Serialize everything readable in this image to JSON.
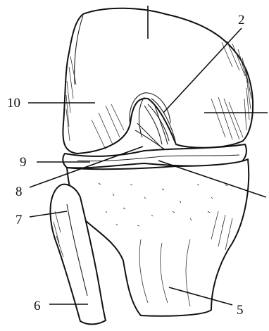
{
  "figure": {
    "labels": [
      {
        "id": "label-1",
        "text": ""
      },
      {
        "id": "label-2",
        "text": "2"
      },
      {
        "id": "label-3",
        "text": ""
      },
      {
        "id": "label-4",
        "text": ""
      },
      {
        "id": "label-5",
        "text": "5"
      },
      {
        "id": "label-6",
        "text": "6"
      },
      {
        "id": "label-7",
        "text": "7"
      },
      {
        "id": "label-8",
        "text": "8"
      },
      {
        "id": "label-9",
        "text": "9"
      },
      {
        "id": "label-10",
        "text": "10"
      }
    ]
  }
}
